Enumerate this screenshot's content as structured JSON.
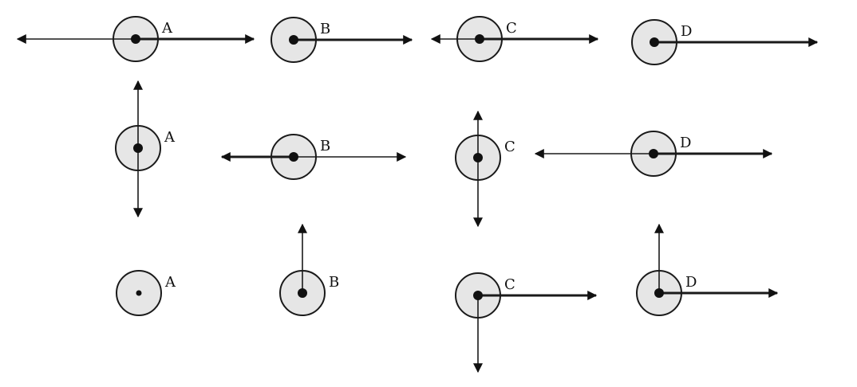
{
  "colors": {
    "stroke": "#1a1a1a",
    "fill": "#e6e6e6",
    "dot": "#111111"
  },
  "rows": [
    {
      "items": [
        {
          "label": "A",
          "vectors": [
            {
              "dir": "left",
              "strength": "thin"
            },
            {
              "dir": "right",
              "strength": "thick"
            }
          ]
        },
        {
          "label": "B",
          "vectors": [
            {
              "dir": "right",
              "strength": "thick"
            }
          ]
        },
        {
          "label": "C",
          "vectors": [
            {
              "dir": "left",
              "strength": "thin"
            },
            {
              "dir": "right",
              "strength": "thick"
            }
          ]
        },
        {
          "label": "D",
          "vectors": [
            {
              "dir": "right",
              "strength": "thick"
            }
          ]
        }
      ]
    },
    {
      "items": [
        {
          "label": "A",
          "vectors": [
            {
              "dir": "up",
              "strength": "thin"
            },
            {
              "dir": "down",
              "strength": "thin"
            }
          ]
        },
        {
          "label": "B",
          "vectors": [
            {
              "dir": "left",
              "strength": "thick"
            },
            {
              "dir": "right",
              "strength": "thin"
            }
          ]
        },
        {
          "label": "C",
          "vectors": [
            {
              "dir": "up",
              "strength": "thin"
            },
            {
              "dir": "down",
              "strength": "thin"
            }
          ]
        },
        {
          "label": "D",
          "vectors": [
            {
              "dir": "left",
              "strength": "thin"
            },
            {
              "dir": "right",
              "strength": "thick"
            }
          ]
        }
      ]
    },
    {
      "items": [
        {
          "label": "A",
          "vectors": []
        },
        {
          "label": "B",
          "vectors": [
            {
              "dir": "up",
              "strength": "thin"
            }
          ]
        },
        {
          "label": "C",
          "vectors": [
            {
              "dir": "right",
              "strength": "thick"
            },
            {
              "dir": "down",
              "strength": "thin"
            }
          ]
        },
        {
          "label": "D",
          "vectors": [
            {
              "dir": "up",
              "strength": "thin"
            },
            {
              "dir": "right",
              "strength": "thick"
            }
          ]
        }
      ]
    }
  ]
}
